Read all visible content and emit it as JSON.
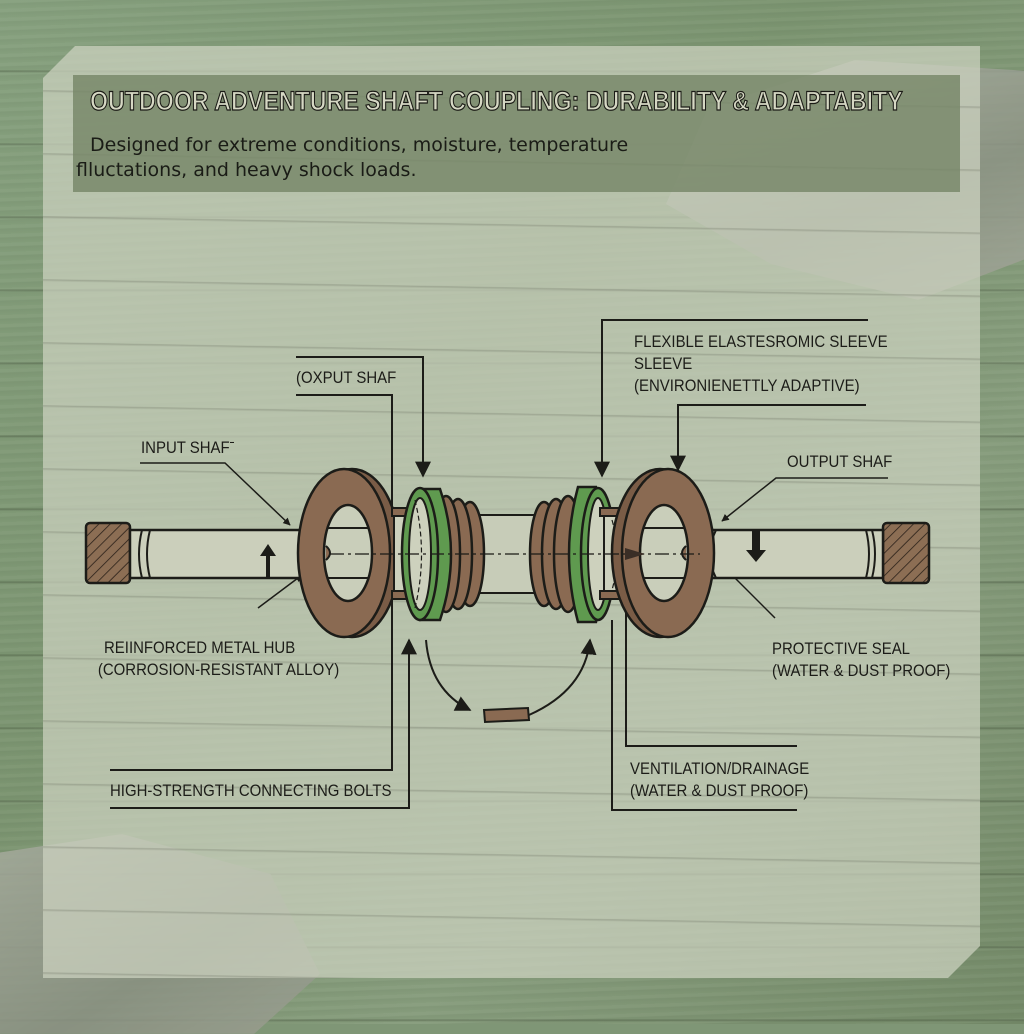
{
  "header": {
    "title": "OUTDOOR ADVENTURE SHAFT COUPLING: DURABILITY & ADAPTABITY",
    "subtitle_line1": "Designed for extreme conditions, moisture, temperature",
    "subtitle_line2": "flluctations, and heavy shock loads."
  },
  "callouts": {
    "input_shaft": "INPUT SHAFˉ",
    "oxput_shaft": "(OXPUT SHAF",
    "sleeve_line1": "FLEXIBLE ELASTESROMIC SLEEVE",
    "sleeve_line2": "SLEEVE",
    "sleeve_line3": "(ENVIRONIENETTLY ADAPTIVE)",
    "output_shaft": "OUTPUT SHAF",
    "hub_line1": "REIINFORCED METAL HUB",
    "hub_line2": "(CORROSION-RESISTANT ALLOY)",
    "bolts": "HIGH-STRENGTH CONNECTING BOLTS",
    "seal_line1": "PROTECTIVE SEAL",
    "seal_line2": "(WATER & DUST PROOF)",
    "vent_line1": "VENTILATION/DRAINAGE",
    "vent_line2": "(WATER & DUST PROOF)"
  },
  "colors": {
    "hub_brown": "#8a6a52",
    "sleeve_green": "#5f9a4f",
    "shaft_fill": "#c9cdb9",
    "line": "#1c1c18",
    "panel": "#cdd2c0",
    "header_bg": "#768668"
  },
  "icons": {
    "up_arrow": "direction-up-arrow",
    "down_arrow": "direction-down-arrow",
    "flex_arc": "flex-motion-arc"
  }
}
